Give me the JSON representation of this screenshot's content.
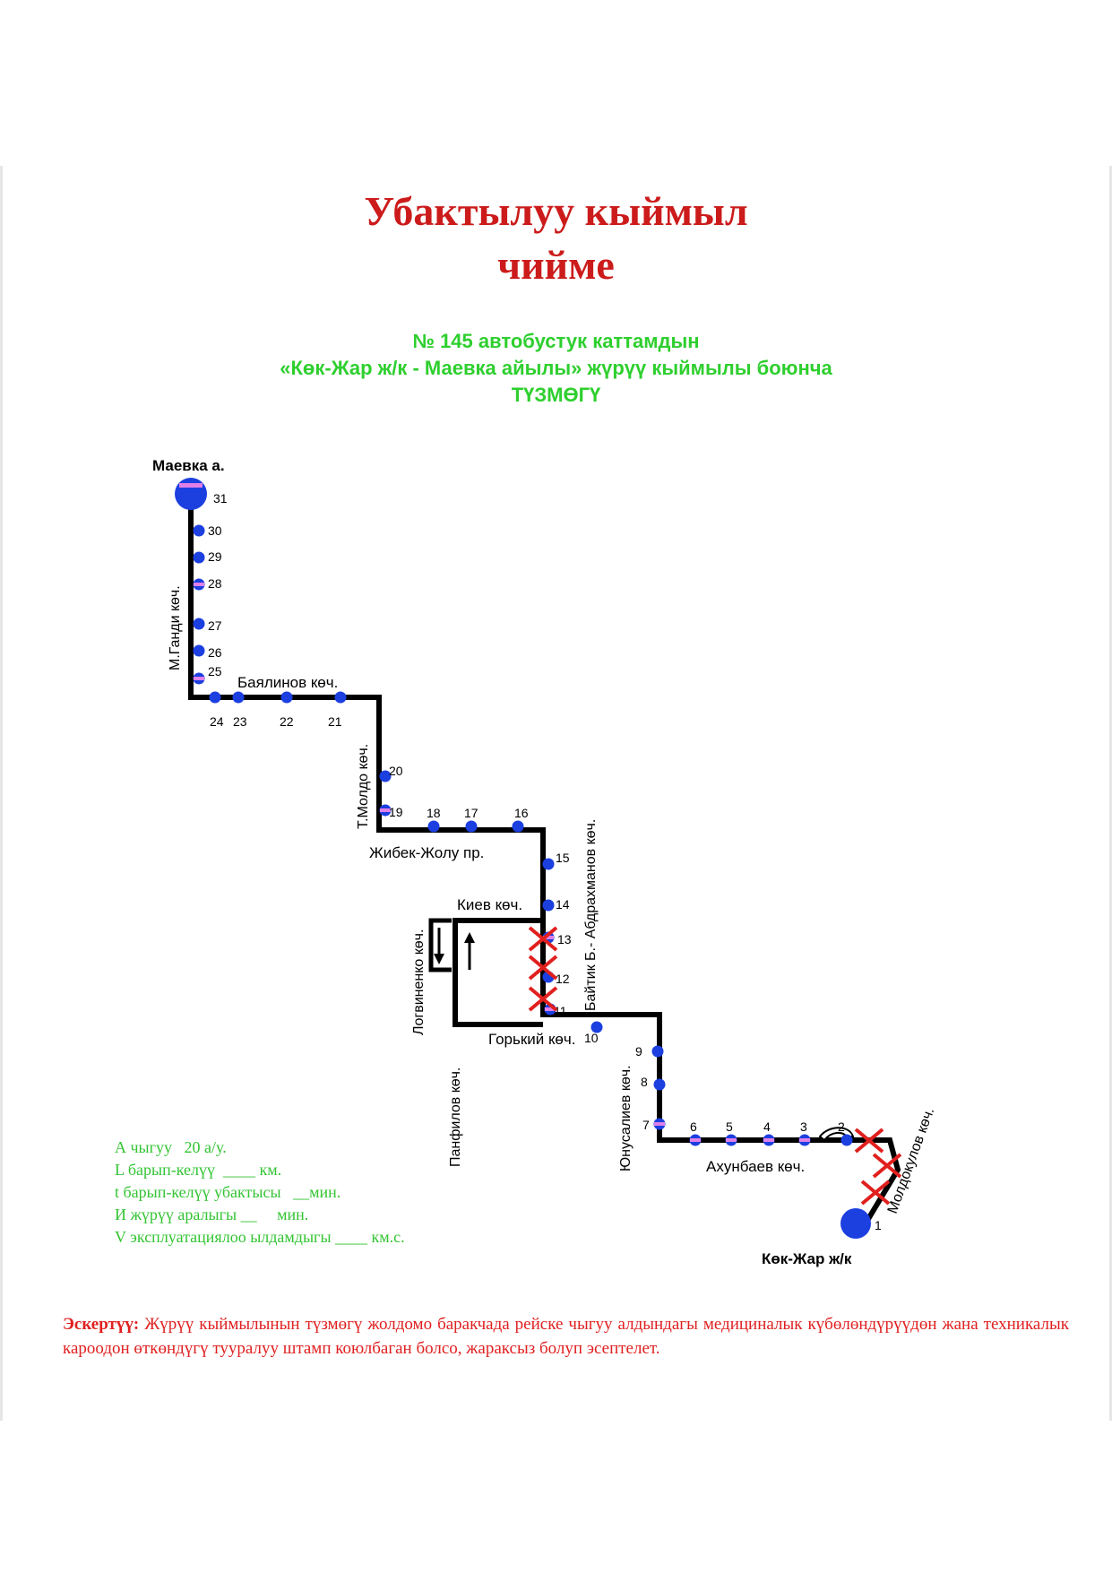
{
  "document": {
    "title_line1": "Убактылуу кыймыл",
    "title_line2": "чийме",
    "subtitle_line1": "№  145 автобустук каттамдын",
    "subtitle_line2": "«Көк-Жар ж/к - Маевка айылы» жүрүү кыймылы боюнча",
    "subtitle_line3": "ТҮЗМӨГҮ"
  },
  "map": {
    "terminus_start": "Маевка а.",
    "terminus_end": "Көк-Жар ж/к",
    "streets": {
      "gandi": "М.Ганди көч.",
      "bayalinov": "Баялинов көч.",
      "moldo": "Т.Молдо көч.",
      "zhibek": "Жибек-Жолу пр.",
      "abdrakhmanov": "Байтик Б.- Абдрахманов көч.",
      "kiev": "Киев көч.",
      "logvinenko": "Логвиненко көч.",
      "panfilov": "Панфилов көч.",
      "gorky": "Горький көч.",
      "yunusaliev": "Юнусалиев көч.",
      "akhunbaev": "Ахунбаев көч.",
      "moldokulov": "Молдокулов көч."
    },
    "stop_numbers": [
      "1",
      "2",
      "3",
      "4",
      "5",
      "6",
      "7",
      "8",
      "9",
      "10",
      "11",
      "12",
      "13",
      "14",
      "15",
      "16",
      "17",
      "18",
      "19",
      "20",
      "21",
      "22",
      "23",
      "24",
      "25",
      "26",
      "27",
      "28",
      "29",
      "30",
      "31"
    ]
  },
  "params": {
    "line1": "А чыгуу   20 а/у.",
    "line2": "L барып-келүү  ____ км.",
    "line3": "t барып-келүү убактысы   __мин.",
    "line4": "И жүрүү аралыгы __     мин.",
    "line5": "V эксплуатациялоо ылдамдыгы ____ км.с."
  },
  "note": {
    "label": "Эскертүү:",
    "text": " Жүрүү кыймылынын түзмөгү жолдомо баракчада рейске чыгуу алдындагы медициналык күбөлөндүрүүдөн жана техникалык кароодон өткөндүгү тууралуу штамп коюлбаган болсо, жараксыз болуп эсептелет."
  },
  "colors": {
    "title": "#cc1b1b",
    "subtitle": "#2ecf2e",
    "route_line": "#000000",
    "stop": "#1c3fe0",
    "stop_accent": "#e080e8",
    "closed_cross": "#e0201e",
    "params_text": "#33c433",
    "note_text": "#e02020"
  }
}
